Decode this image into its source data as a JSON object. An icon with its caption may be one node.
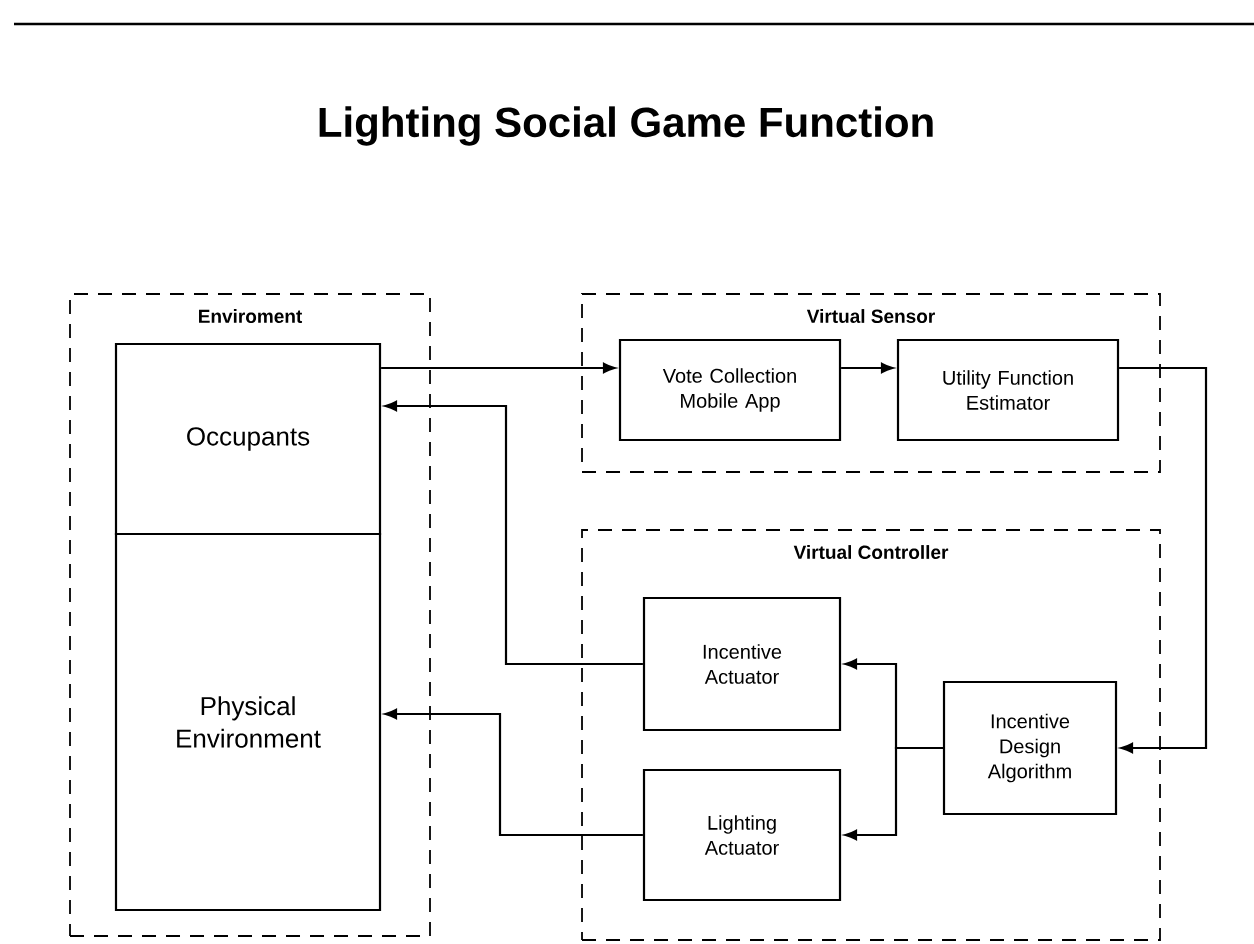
{
  "diagram": {
    "title": "Lighting Social Game Function",
    "nodes": [
      {
        "text": [
          "Enviroment"
        ]
      },
      {
        "text": [
          "Occupants"
        ],
        "in": 0
      },
      {
        "text": [
          "Physical Environment"
        ],
        "in": 0
      },
      {
        "text": [
          "Virtual Sensor"
        ]
      },
      {
        "text": [
          "Vote Collection Mobile App"
        ],
        "in": 3
      },
      {
        "text": [
          "Utility Function Estimator"
        ],
        "in": 3
      },
      {
        "text": [
          "Virtual Controller"
        ]
      },
      {
        "text": [
          "Incentive Actuator"
        ],
        "in": 6
      },
      {
        "text": [
          "Lighting Actuator"
        ],
        "in": 6
      },
      {
        "text": [
          "Incentive Design Algorithm"
        ],
        "in": 6
      }
    ],
    "edges": [
      {
        "from": 1,
        "to": 4,
        "arrow": "to"
      },
      {
        "from": 4,
        "to": 5,
        "arrow": "to"
      },
      {
        "from": 5,
        "to": 9,
        "arrow": "to"
      },
      {
        "from": 9,
        "to": 7,
        "arrow": "to"
      },
      {
        "from": 9,
        "to": 8,
        "arrow": "to"
      },
      {
        "from": 7,
        "to": 1,
        "arrow": "to"
      },
      {
        "from": 8,
        "to": 2,
        "arrow": "to"
      }
    ]
  }
}
